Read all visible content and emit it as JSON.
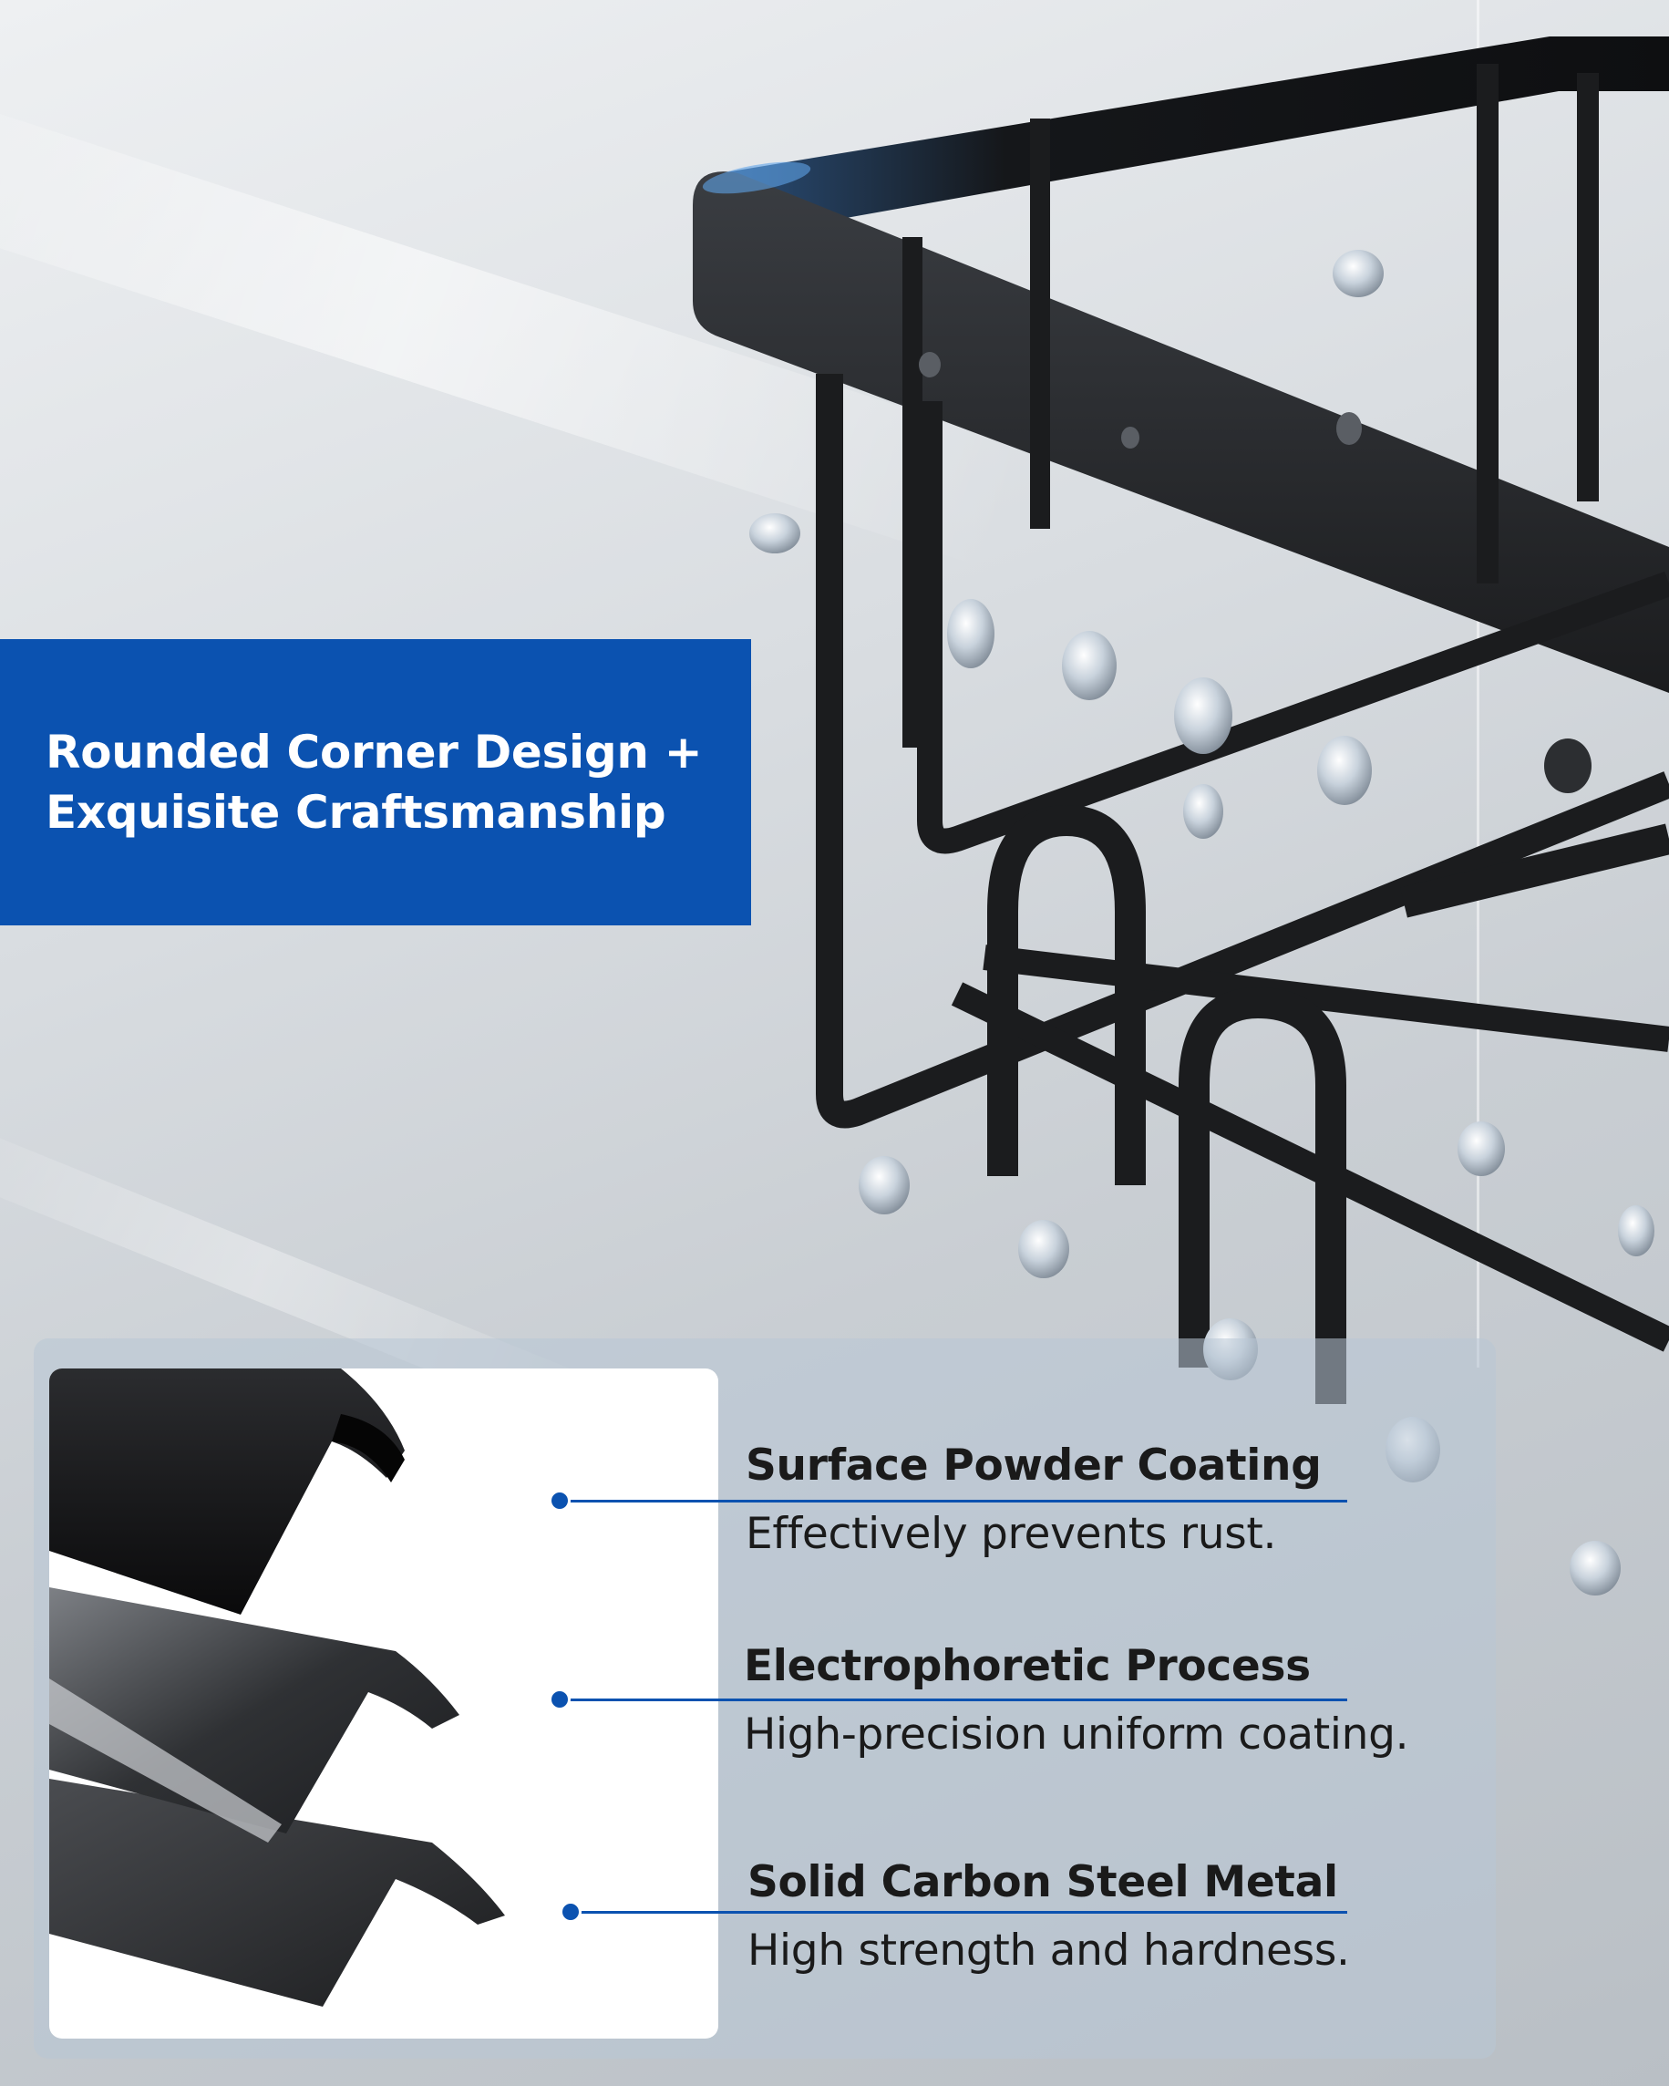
{
  "banner": {
    "title": "Rounded Corner Design +\nExquisite Craftsmanship"
  },
  "features": [
    {
      "title": "Surface Powder Coating",
      "desc": "Effectively prevents rust."
    },
    {
      "title": "Electrophoretic Process",
      "desc": "High-precision uniform coating."
    },
    {
      "title": "Solid Carbon Steel Metal",
      "desc": "High strength and hardness."
    }
  ],
  "colors": {
    "accent_blue": "#0b52b0",
    "metal_black": "#1b1c1e",
    "panel": "#b8c6d6"
  }
}
